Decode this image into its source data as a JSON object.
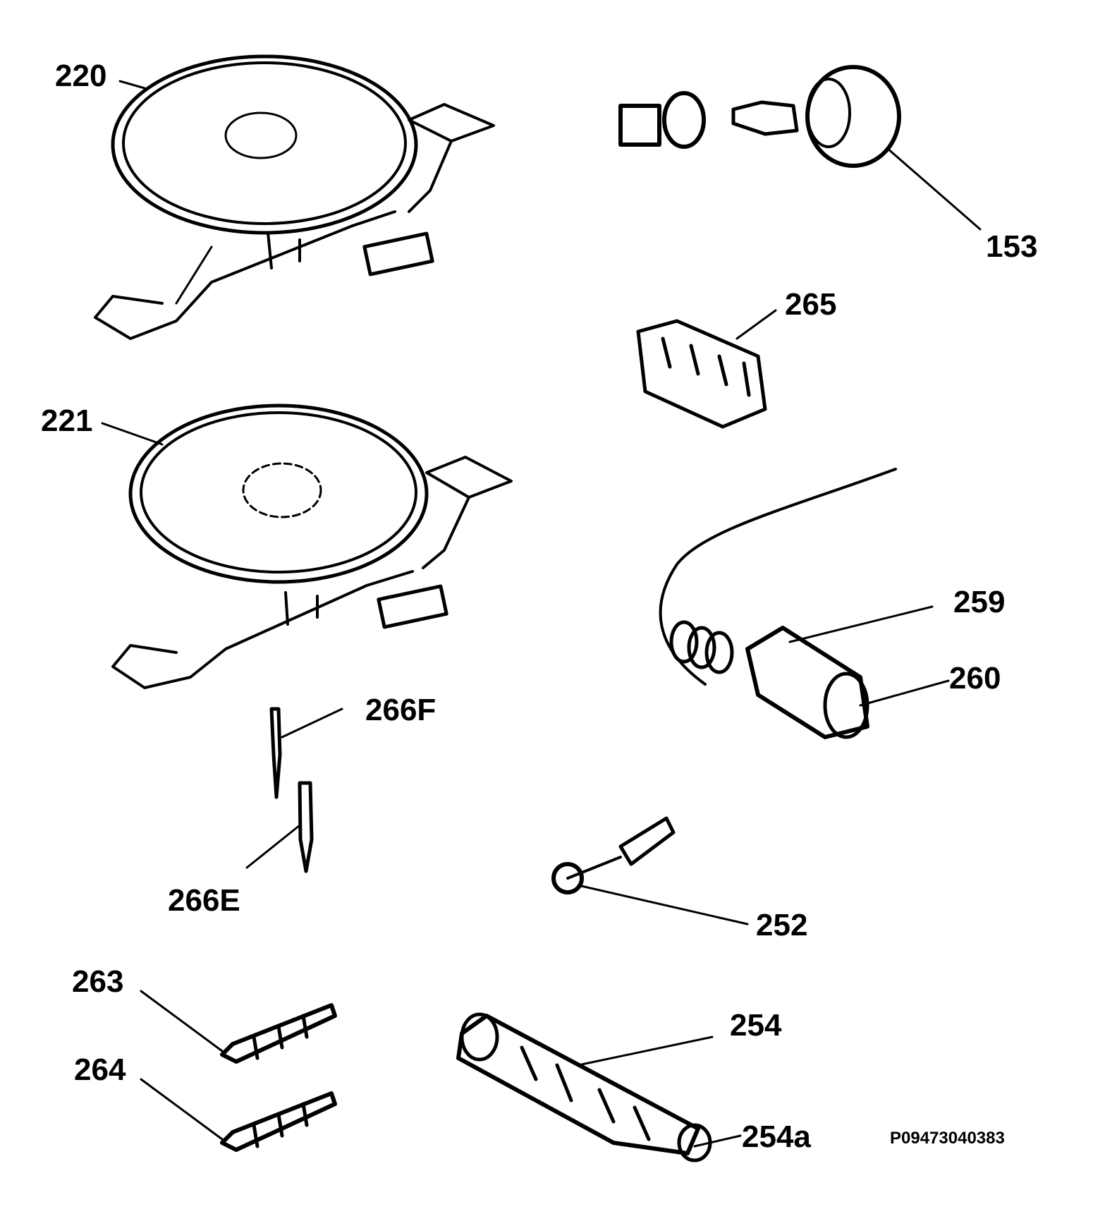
{
  "labels": {
    "p220": "220",
    "p153": "153",
    "p265": "265",
    "p221": "221",
    "p259": "259",
    "p260": "260",
    "p266F": "266F",
    "p266E": "266E",
    "p252": "252",
    "p263": "263",
    "p254": "254",
    "p264": "264",
    "p254a": "254a"
  },
  "doc_code": "P09473040383",
  "colors": {
    "ink": "#000000",
    "background": "#ffffff"
  }
}
